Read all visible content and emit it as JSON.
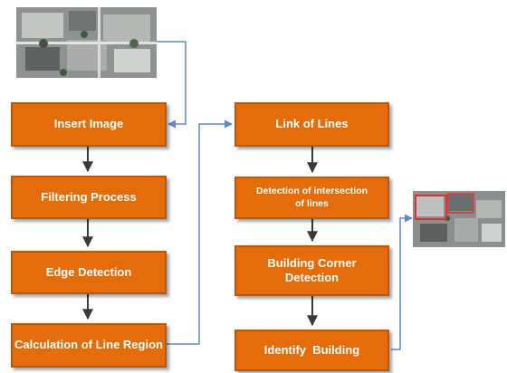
{
  "left_column": [
    {
      "label": "Insert Image"
    },
    {
      "label": "Filtering Process"
    },
    {
      "label": "Edge Detection"
    },
    {
      "label": "Calculation of Line Region"
    }
  ],
  "right_column": [
    {
      "label": "Link of Lines"
    },
    {
      "label": "Detection of intersection of lines"
    },
    {
      "label": "Building Corner Detection"
    },
    {
      "label": "Identify  Building"
    }
  ],
  "colors": {
    "box_fill": "#e46c0a",
    "box_text": "#ffffff",
    "arrow_down": "#3a3a3a",
    "connector": "#5b8ac8",
    "highlight": "#e03030"
  },
  "images": {
    "input": "aerial-photo-input",
    "output": "aerial-photo-output-with-highlight"
  }
}
